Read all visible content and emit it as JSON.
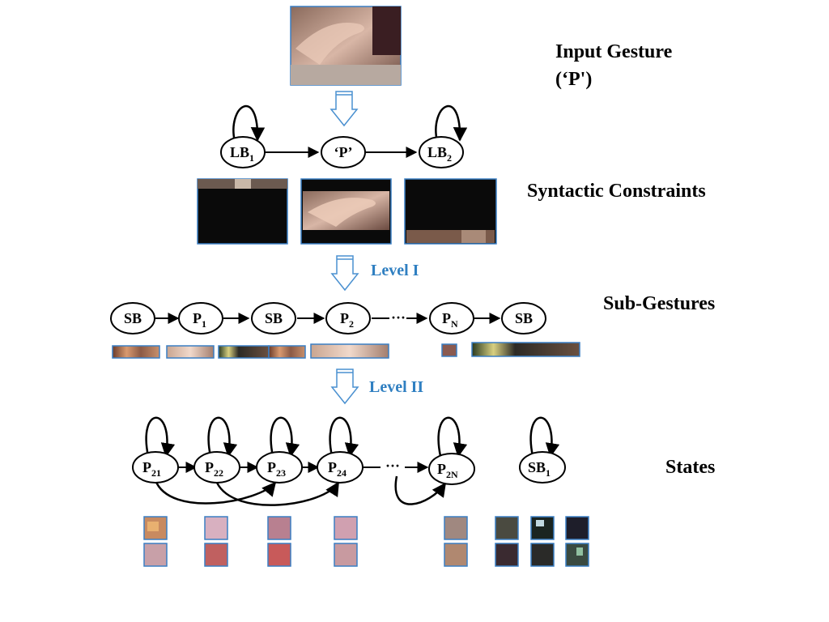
{
  "labels": {
    "input_gesture_line1": "Input Gesture",
    "input_gesture_line2": "(‘P')",
    "syntactic": "Syntactic Constraints",
    "sub_gestures": "Sub-Gestures",
    "states": "States",
    "level1": "Level I",
    "level2": "Level II"
  },
  "top_nodes": {
    "lb1": {
      "main": "LB",
      "sub": "1"
    },
    "p": {
      "main": "‘P’",
      "sub": ""
    },
    "lb2": {
      "main": "LB",
      "sub": "2"
    }
  },
  "sub_nodes": {
    "sb_a": {
      "main": "SB",
      "sub": ""
    },
    "p1": {
      "main": "P",
      "sub": "1"
    },
    "sb_b": {
      "main": "SB",
      "sub": ""
    },
    "p2": {
      "main": "P",
      "sub": "2"
    },
    "ellipsis": "···",
    "pn": {
      "main": "P",
      "sub": "N"
    },
    "sb_c": {
      "main": "SB",
      "sub": ""
    }
  },
  "state_nodes": {
    "p21": {
      "main": "P",
      "sub": "21"
    },
    "p22": {
      "main": "P",
      "sub": "22"
    },
    "p23": {
      "main": "P",
      "sub": "23"
    },
    "p24": {
      "main": "P",
      "sub": "24"
    },
    "ellipsis": "···",
    "p2n": {
      "main": "P",
      "sub": "2N"
    },
    "sb1": {
      "main": "SB",
      "sub": "1"
    }
  },
  "colors": {
    "accent_blue": "#2f7fc1",
    "frame_border": "#3a7fc4",
    "skin": "#c49a86",
    "dark": "#141414"
  }
}
